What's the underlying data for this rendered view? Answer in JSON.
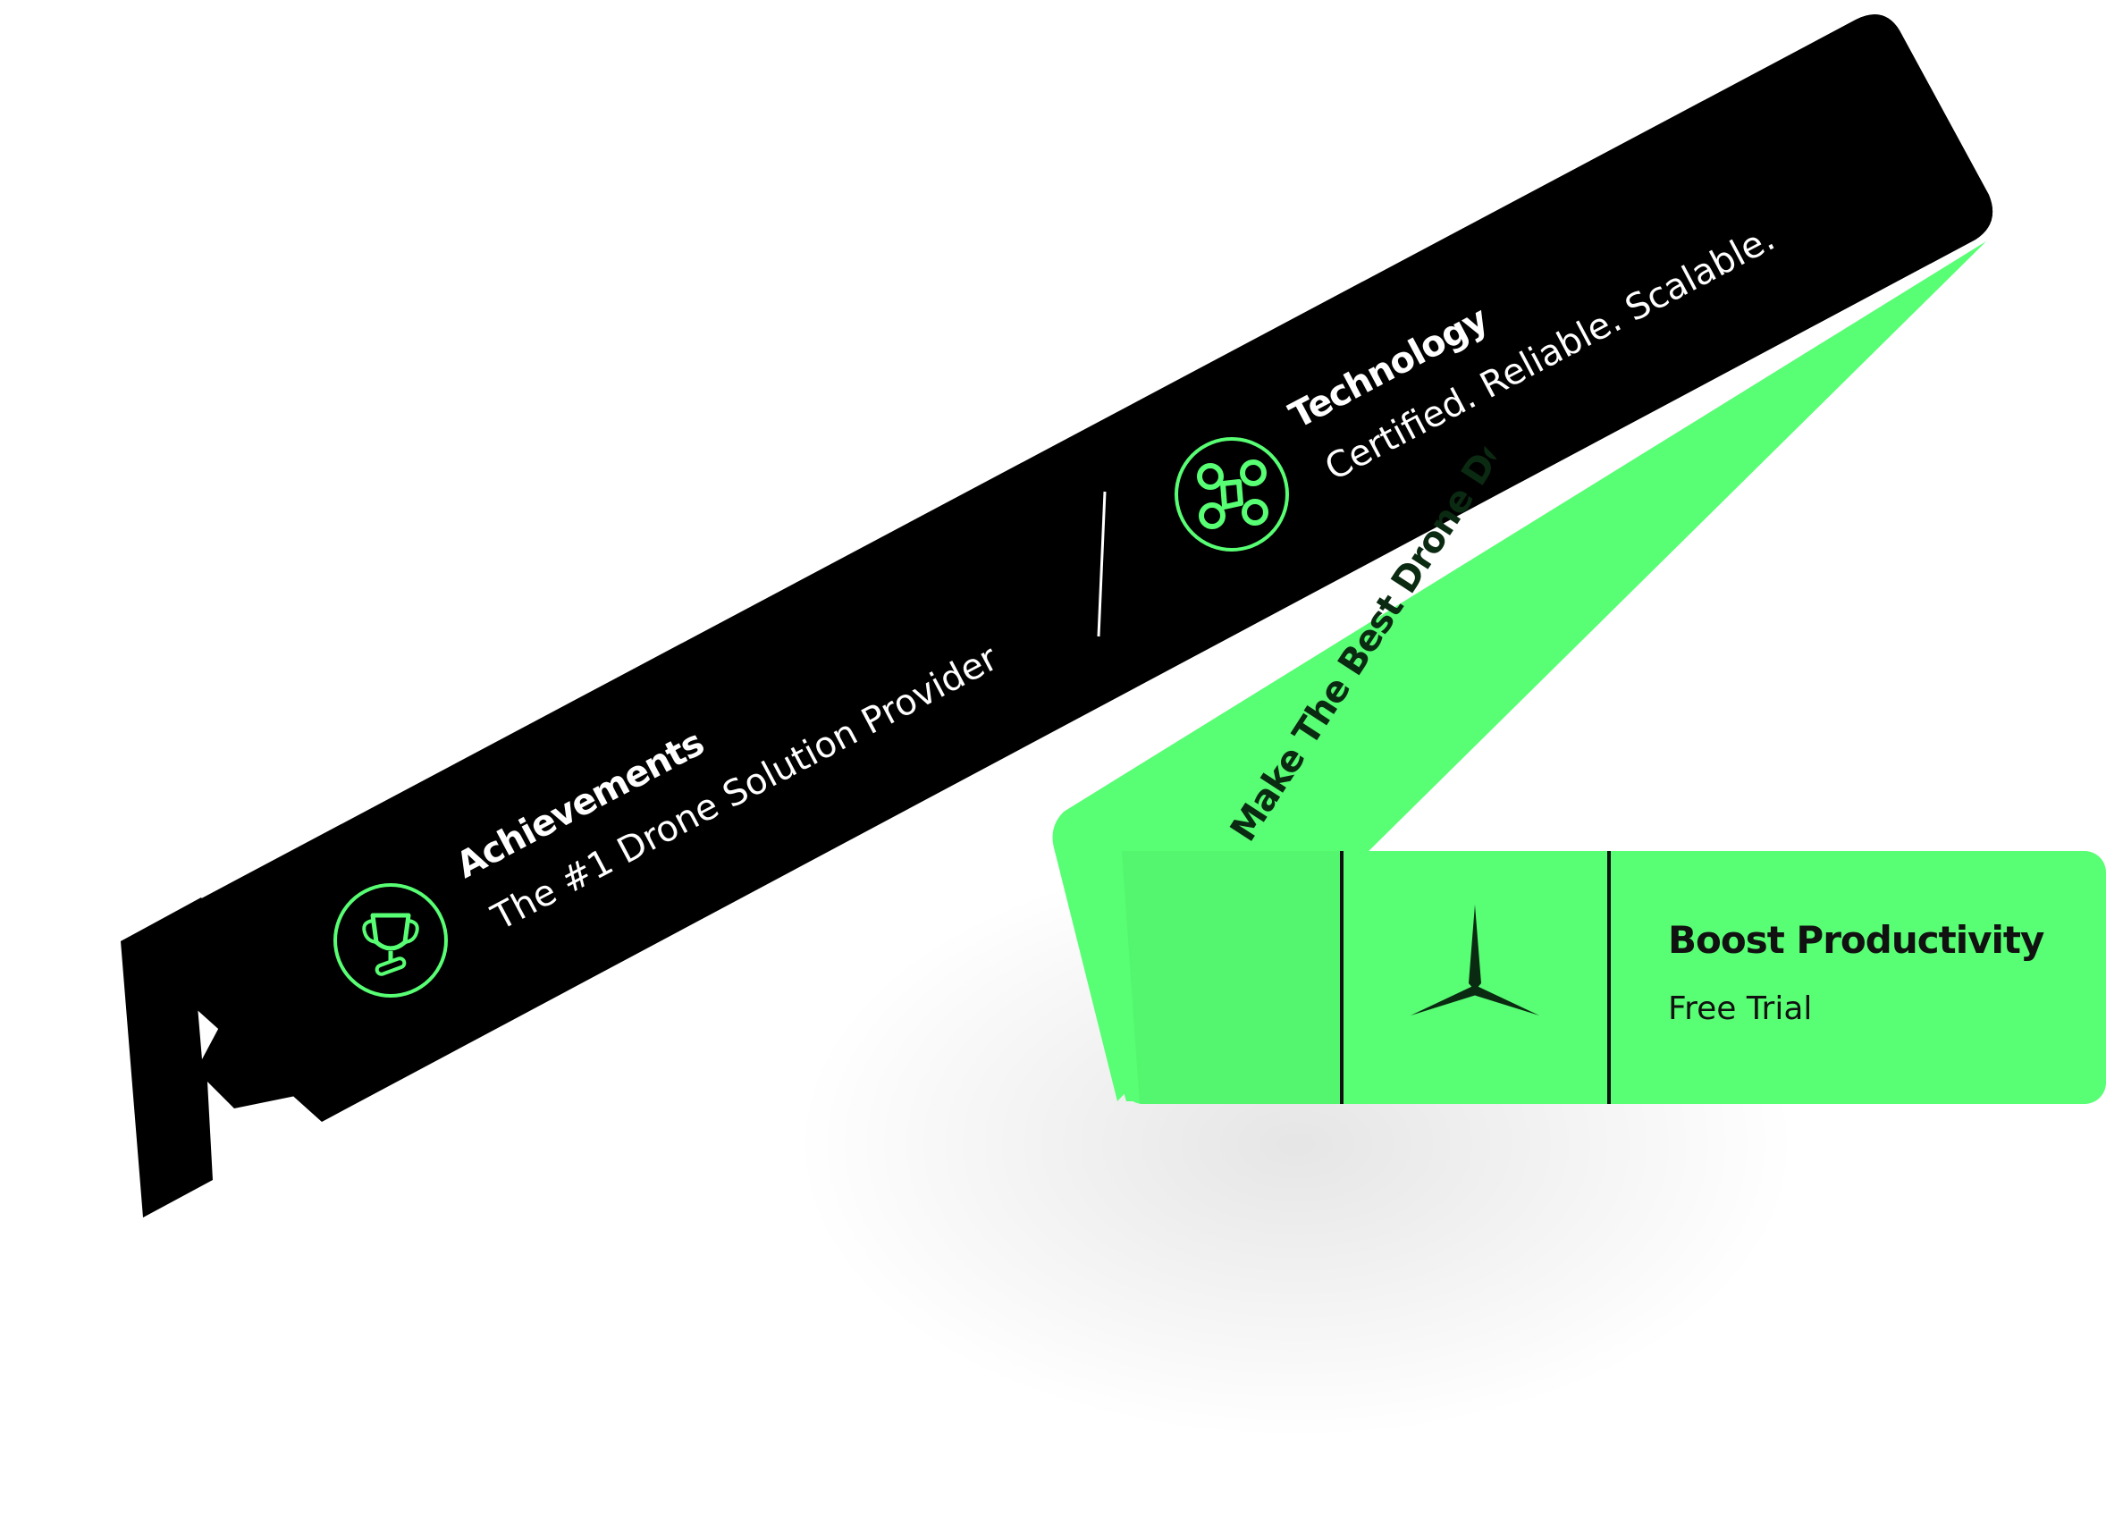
{
  "colors": {
    "accent_green": "#58fe73",
    "accent_green_dark": "#4ef06a",
    "band_black": "#000000",
    "text_white": "#ffffff",
    "text_black": "#111111"
  },
  "ribbon_black": {
    "achievements": {
      "title": "Achievements",
      "subtitle": "The #1 Drone Solution Provider",
      "icon": "trophy-icon"
    },
    "technology": {
      "title": "Technology",
      "subtitle": "Certified. Reliable. Scalable.",
      "icon": "drone-icon"
    }
  },
  "ribbon_green": {
    "tagline": "Make The Best Drone Decision"
  },
  "card_green": {
    "title": "Boost Productivity",
    "subtitle": "Free Trial",
    "icon": "tri-star-logo-icon"
  }
}
